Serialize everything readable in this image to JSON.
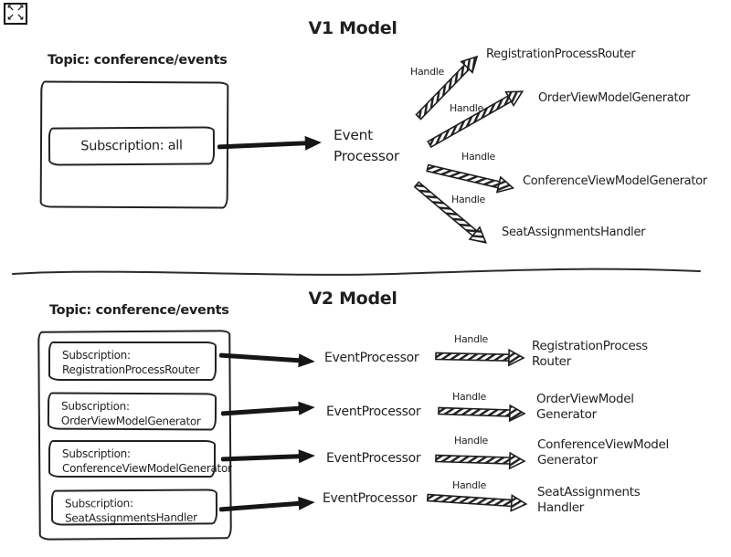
{
  "theme": {
    "ink": "#1f1f1f",
    "background": "#ffffff"
  },
  "ui": {
    "fullscreen_icon": {
      "name": "fullscreen-expand-icon",
      "glyphs": [
        "↖",
        "↗",
        "↙",
        "↘"
      ]
    }
  },
  "v1": {
    "title": "V1 Model",
    "topic_label": "Topic: conference/events",
    "subscription_label": "Subscription: all",
    "processor": {
      "line1": "Event",
      "line2": "Processor"
    },
    "handle_label": "Handle",
    "handlers": [
      "RegistrationProcessRouter",
      "OrderViewModelGenerator",
      "ConferenceViewModelGenerator",
      "SeatAssignmentsHandler"
    ]
  },
  "v2": {
    "title": "V2 Model",
    "topic_label": "Topic: conference/events",
    "subscription_prefix": "Subscription:",
    "subscriptions": [
      "RegistrationProcessRouter",
      "OrderViewModelGenerator",
      "ConferenceViewModelGenerator",
      "SeatAssignmentsHandler"
    ],
    "processor_label": "EventProcessor",
    "handle_label": "Handle",
    "handlers": [
      {
        "line1": "RegistrationProcess",
        "line2": "Router"
      },
      {
        "line1": "OrderViewModel",
        "line2": "Generator"
      },
      {
        "line1": "ConferenceViewModel",
        "line2": "Generator"
      },
      {
        "line1": "SeatAssignments",
        "line2": "Handler"
      }
    ]
  }
}
